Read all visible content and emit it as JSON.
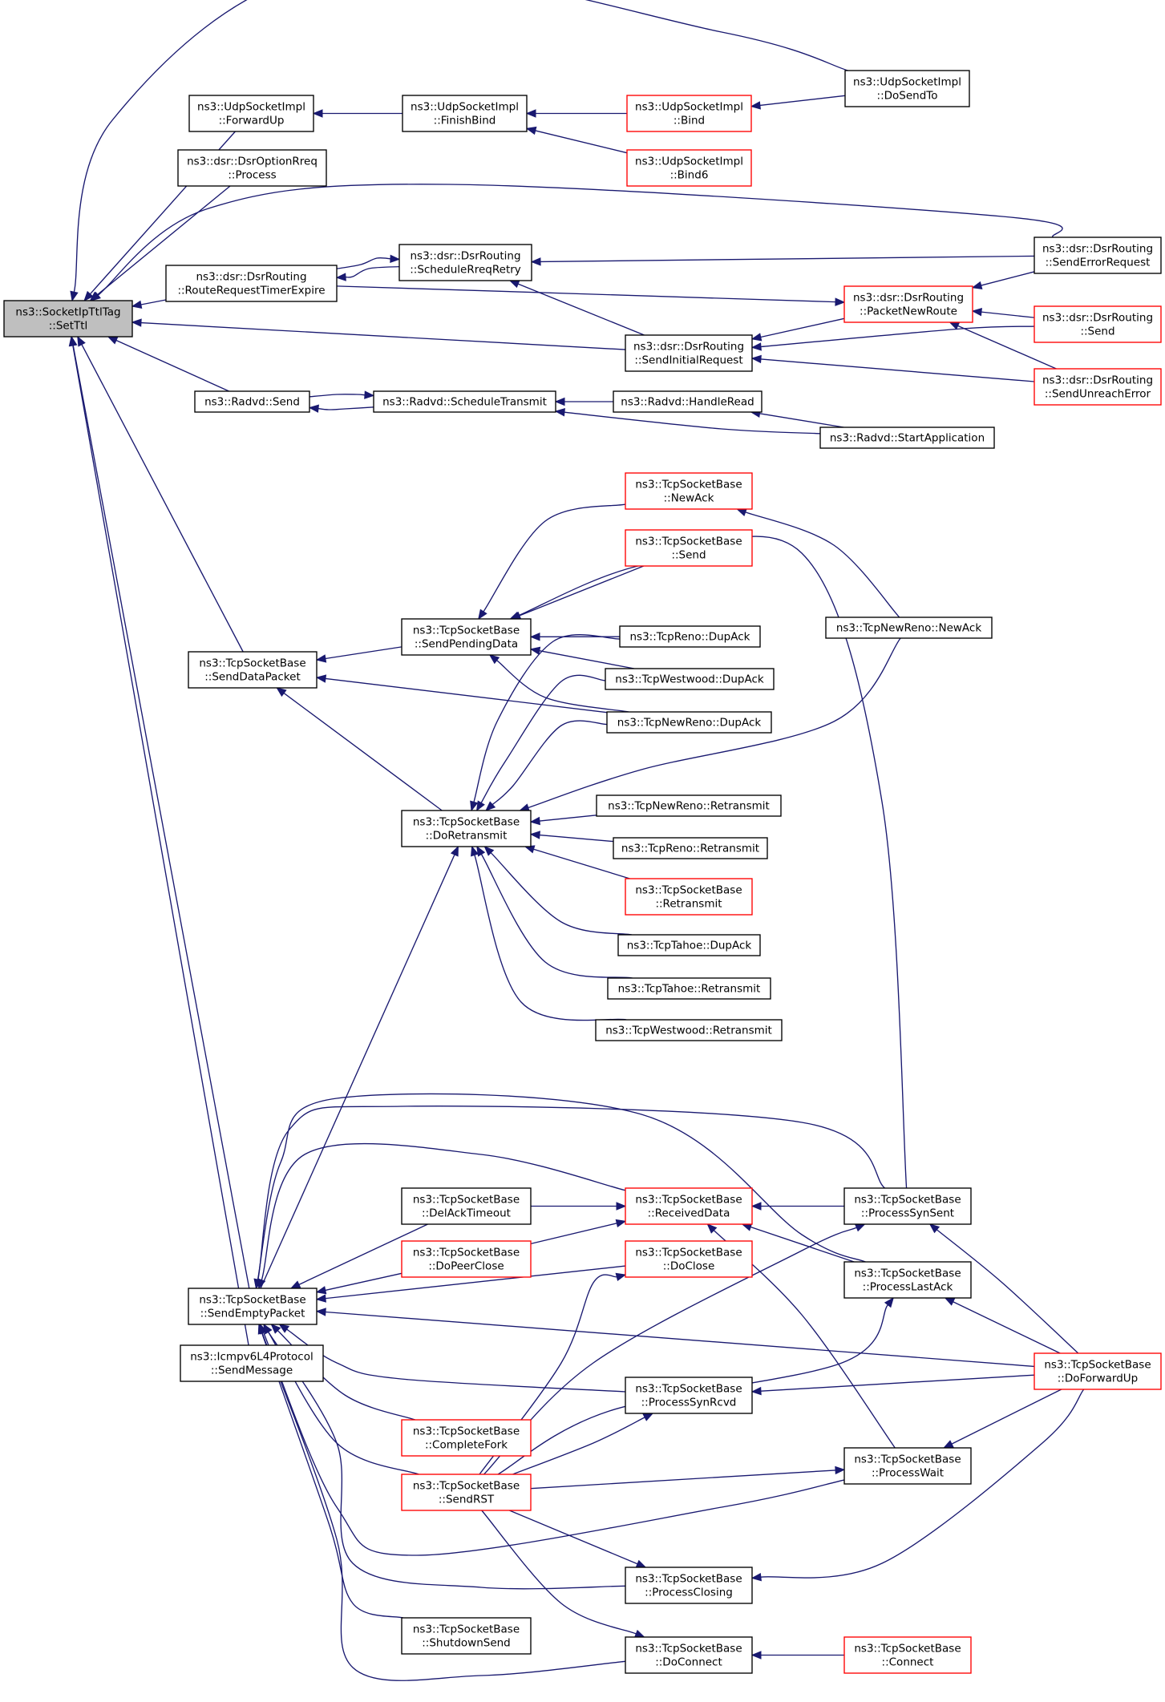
{
  "nodes": [
    {
      "id": "root",
      "lines": [
        "ns3::SocketIpTtlTag",
        "::SetTtl"
      ],
      "style": "root"
    },
    {
      "id": "udp_fwd",
      "lines": [
        "ns3::UdpSocketImpl",
        "::ForwardUp"
      ],
      "style": "normal"
    },
    {
      "id": "udp_fin",
      "lines": [
        "ns3::UdpSocketImpl",
        "::FinishBind"
      ],
      "style": "normal"
    },
    {
      "id": "udp_bind",
      "lines": [
        "ns3::UdpSocketImpl",
        "::Bind"
      ],
      "style": "red"
    },
    {
      "id": "udp_bind6",
      "lines": [
        "ns3::UdpSocketImpl",
        "::Bind6"
      ],
      "style": "red"
    },
    {
      "id": "udp_send",
      "lines": [
        "ns3::UdpSocketImpl",
        "::DoSendTo"
      ],
      "style": "normal"
    },
    {
      "id": "dsr_rreq",
      "lines": [
        "ns3::dsr::DsrOptionRreq",
        "::Process"
      ],
      "style": "normal"
    },
    {
      "id": "dsr_rrte",
      "lines": [
        "ns3::dsr::DsrRouting",
        "::RouteRequestTimerExpire"
      ],
      "style": "normal"
    },
    {
      "id": "dsr_srr",
      "lines": [
        "ns3::dsr::DsrRouting",
        "::ScheduleRreqRetry"
      ],
      "style": "normal"
    },
    {
      "id": "dsr_ser",
      "lines": [
        "ns3::dsr::DsrRouting",
        "::SendErrorRequest"
      ],
      "style": "normal"
    },
    {
      "id": "dsr_pnr",
      "lines": [
        "ns3::dsr::DsrRouting",
        "::PacketNewRoute"
      ],
      "style": "red"
    },
    {
      "id": "dsr_sir",
      "lines": [
        "ns3::dsr::DsrRouting",
        "::SendInitialRequest"
      ],
      "style": "normal"
    },
    {
      "id": "dsr_send",
      "lines": [
        "ns3::dsr::DsrRouting",
        "::Send"
      ],
      "style": "red"
    },
    {
      "id": "dsr_sue",
      "lines": [
        "ns3::dsr::DsrRouting",
        "::SendUnreachError"
      ],
      "style": "red"
    },
    {
      "id": "rad_send",
      "lines": [
        "ns3::Radvd::Send"
      ],
      "style": "normal"
    },
    {
      "id": "rad_st",
      "lines": [
        "ns3::Radvd::ScheduleTransmit"
      ],
      "style": "normal"
    },
    {
      "id": "rad_hr",
      "lines": [
        "ns3::Radvd::HandleRead"
      ],
      "style": "normal"
    },
    {
      "id": "rad_sa",
      "lines": [
        "ns3::Radvd::StartApplication"
      ],
      "style": "normal"
    },
    {
      "id": "tsb_newack",
      "lines": [
        "ns3::TcpSocketBase",
        "::NewAck"
      ],
      "style": "red"
    },
    {
      "id": "tsb_send",
      "lines": [
        "ns3::TcpSocketBase",
        "::Send"
      ],
      "style": "red"
    },
    {
      "id": "tsb_spd",
      "lines": [
        "ns3::TcpSocketBase",
        "::SendPendingData"
      ],
      "style": "normal"
    },
    {
      "id": "tcpnr_newack",
      "lines": [
        "ns3::TcpNewReno::NewAck"
      ],
      "style": "normal"
    },
    {
      "id": "tsb_sdp",
      "lines": [
        "ns3::TcpSocketBase",
        "::SendDataPacket"
      ],
      "style": "normal"
    },
    {
      "id": "reno_dupack",
      "lines": [
        "ns3::TcpReno::DupAck"
      ],
      "style": "normal"
    },
    {
      "id": "ww_dupack",
      "lines": [
        "ns3::TcpWestwood::DupAck"
      ],
      "style": "normal"
    },
    {
      "id": "nr_dupack",
      "lines": [
        "ns3::TcpNewReno::DupAck"
      ],
      "style": "normal"
    },
    {
      "id": "tsb_dore",
      "lines": [
        "ns3::TcpSocketBase",
        "::DoRetransmit"
      ],
      "style": "normal"
    },
    {
      "id": "nr_retr",
      "lines": [
        "ns3::TcpNewReno::Retransmit"
      ],
      "style": "normal"
    },
    {
      "id": "reno_retr",
      "lines": [
        "ns3::TcpReno::Retransmit"
      ],
      "style": "normal"
    },
    {
      "id": "tsb_retr",
      "lines": [
        "ns3::TcpSocketBase",
        "::Retransmit"
      ],
      "style": "red"
    },
    {
      "id": "tahoe_dupack",
      "lines": [
        "ns3::TcpTahoe::DupAck"
      ],
      "style": "normal"
    },
    {
      "id": "tahoe_retr",
      "lines": [
        "ns3::TcpTahoe::Retransmit"
      ],
      "style": "normal"
    },
    {
      "id": "ww_retr",
      "lines": [
        "ns3::TcpWestwood::Retransmit"
      ],
      "style": "normal"
    },
    {
      "id": "tsb_dat",
      "lines": [
        "ns3::TcpSocketBase",
        "::DelAckTimeout"
      ],
      "style": "normal"
    },
    {
      "id": "tsb_rd",
      "lines": [
        "ns3::TcpSocketBase",
        "::ReceivedData"
      ],
      "style": "red"
    },
    {
      "id": "tsb_pss",
      "lines": [
        "ns3::TcpSocketBase",
        "::ProcessSynSent"
      ],
      "style": "normal"
    },
    {
      "id": "tsb_dpc",
      "lines": [
        "ns3::TcpSocketBase",
        "::DoPeerClose"
      ],
      "style": "red"
    },
    {
      "id": "tsb_dc",
      "lines": [
        "ns3::TcpSocketBase",
        "::DoClose"
      ],
      "style": "red"
    },
    {
      "id": "tsb_pla",
      "lines": [
        "ns3::TcpSocketBase",
        "::ProcessLastAck"
      ],
      "style": "normal"
    },
    {
      "id": "tsb_sep",
      "lines": [
        "ns3::TcpSocketBase",
        "::SendEmptyPacket"
      ],
      "style": "normal"
    },
    {
      "id": "icmp_sm",
      "lines": [
        "ns3::Icmpv6L4Protocol",
        "::SendMessage"
      ],
      "style": "normal"
    },
    {
      "id": "tsb_dfu",
      "lines": [
        "ns3::TcpSocketBase",
        "::DoForwardUp"
      ],
      "style": "red"
    },
    {
      "id": "tsb_psr",
      "lines": [
        "ns3::TcpSocketBase",
        "::ProcessSynRcvd"
      ],
      "style": "normal"
    },
    {
      "id": "tsb_cf",
      "lines": [
        "ns3::TcpSocketBase",
        "::CompleteFork"
      ],
      "style": "red"
    },
    {
      "id": "tsb_srst",
      "lines": [
        "ns3::TcpSocketBase",
        "::SendRST"
      ],
      "style": "red"
    },
    {
      "id": "tsb_pw",
      "lines": [
        "ns3::TcpSocketBase",
        "::ProcessWait"
      ],
      "style": "normal"
    },
    {
      "id": "tsb_pc",
      "lines": [
        "ns3::TcpSocketBase",
        "::ProcessClosing"
      ],
      "style": "normal"
    },
    {
      "id": "tsb_ss",
      "lines": [
        "ns3::TcpSocketBase",
        "::ShutdownSend"
      ],
      "style": "normal"
    },
    {
      "id": "tsb_dcon",
      "lines": [
        "ns3::TcpSocketBase",
        "::DoConnect"
      ],
      "style": "normal"
    },
    {
      "id": "tsb_con",
      "lines": [
        "ns3::TcpSocketBase",
        "::Connect"
      ],
      "style": "red"
    }
  ]
}
